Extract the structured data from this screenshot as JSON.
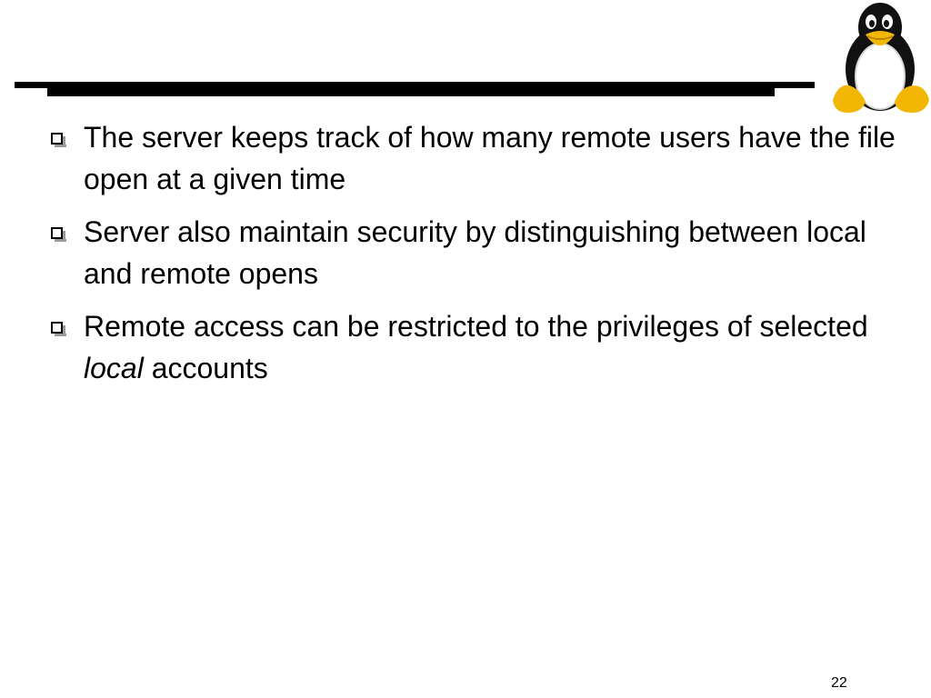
{
  "slide": {
    "bullets": [
      {
        "text_before": "The server keeps track of how many remote users have the file open at a given time",
        "text_italic": "",
        "text_after": ""
      },
      {
        "text_before": "Server also maintain security by distinguishing between local and remote opens",
        "text_italic": "",
        "text_after": ""
      },
      {
        "text_before": "Remote access can be restricted to the privileges of selected ",
        "text_italic": "local",
        "text_after": " accounts"
      }
    ],
    "page_number": "22"
  },
  "logo": {
    "icon": "tux-penguin-icon"
  },
  "colors": {
    "text": "#000000",
    "rule": "#000000",
    "penguin_body": "#111111",
    "penguin_belly": "#ffffff",
    "penguin_beak_feet": "#f2b705"
  }
}
